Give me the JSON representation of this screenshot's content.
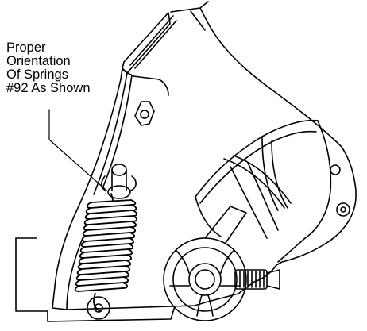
{
  "callout": {
    "lines": [
      "Proper",
      "Orientation",
      "Of Springs",
      "#92 As Shown"
    ]
  },
  "colors": {
    "ink": "#000000",
    "paper": "#ffffff"
  }
}
